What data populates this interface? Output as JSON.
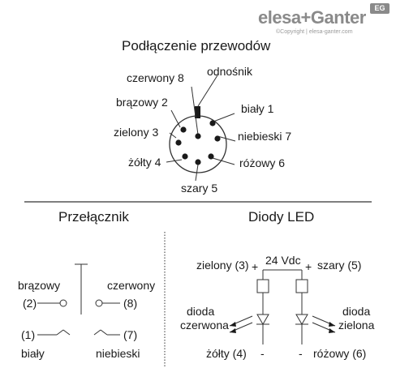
{
  "brand": {
    "name": "elesa+Ganter",
    "copyright": "©Copyright | elesa-ganter.com",
    "badge": "EG"
  },
  "wiring": {
    "title": "Podłączenie przewodów",
    "pins": {
      "pin8": "czerwony 8",
      "reference": "odnośnik",
      "pin2": "brązowy 2",
      "pin1": "biały 1",
      "pin3": "zielony 3",
      "pin7": "niebieski 7",
      "pin4": "żółty 4",
      "pin6": "różowy 6",
      "pin5": "szary 5"
    }
  },
  "switch": {
    "title": "Przełącznik",
    "brown": "brązowy",
    "brown_num": "(2)",
    "red": "czerwony",
    "red_num": "(8)",
    "white_num": "(1)",
    "white": "biały",
    "blue_num": "(7)",
    "blue": "niebieski"
  },
  "led": {
    "title": "Diody LED",
    "green_wire": "zielony (3)",
    "plus_left": "+",
    "voltage": "24 Vdc",
    "plus_right": "+",
    "grey_wire": "szary (5)",
    "red_diode": "dioda czerwona",
    "green_diode": "dioda zielona",
    "red_diode_l1": "dioda",
    "red_diode_l2": "czerwona",
    "green_diode_l1": "dioda",
    "green_diode_l2": "zielona",
    "yellow_wire": "żółty (4)",
    "minus_left": "-",
    "minus_right": "-",
    "pink_wire": "różowy (6)"
  }
}
